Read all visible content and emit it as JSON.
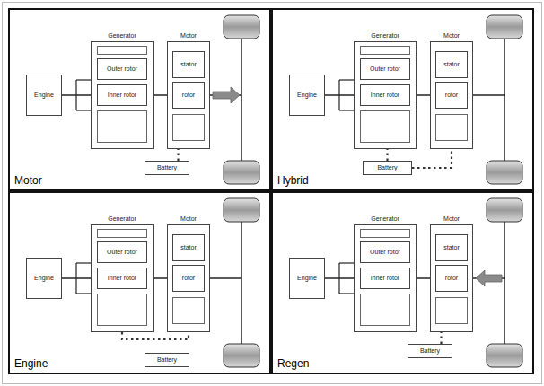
{
  "diagram": {
    "nodes": [
      {
        "text": [
          "Motor"
        ]
      },
      {
        "text": [
          "Engine"
        ],
        "in": 0
      },
      {
        "text": [
          "Generator"
        ],
        "in": 0
      },
      {
        "text": [
          "Outer rotor"
        ],
        "in": 2
      },
      {
        "text": [
          "Inner rotor"
        ],
        "in": 2
      },
      {
        "text": [
          "Motor"
        ],
        "in": 0
      },
      {
        "text": [
          "stator"
        ],
        "in": 5
      },
      {
        "text": [
          "rotor"
        ],
        "in": 5
      },
      {
        "text": [
          "Battery"
        ],
        "in": 0
      },
      {
        "text": [
          "Hybrid"
        ]
      },
      {
        "text": [
          "Engine"
        ],
        "in": 9
      },
      {
        "text": [
          "Generator"
        ],
        "in": 9
      },
      {
        "text": [
          "Outer rotor"
        ],
        "in": 11
      },
      {
        "text": [
          "Inner rotor"
        ],
        "in": 11
      },
      {
        "text": [
          "Motor"
        ],
        "in": 9
      },
      {
        "text": [
          "stator"
        ],
        "in": 14
      },
      {
        "text": [
          "rotor"
        ],
        "in": 14
      },
      {
        "text": [
          "Battery"
        ],
        "in": 9
      },
      {
        "text": [
          "Engine"
        ]
      },
      {
        "text": [
          "Engine"
        ],
        "in": 18
      },
      {
        "text": [
          "Generator"
        ],
        "in": 18
      },
      {
        "text": [
          "Outer rotor"
        ],
        "in": 20
      },
      {
        "text": [
          "Inner rotor"
        ],
        "in": 20
      },
      {
        "text": [
          "Motor"
        ],
        "in": 18
      },
      {
        "text": [
          "stator"
        ],
        "in": 23
      },
      {
        "text": [
          "rotor"
        ],
        "in": 23
      },
      {
        "text": [
          "Battery"
        ],
        "in": 18
      },
      {
        "text": [
          "Regen"
        ]
      },
      {
        "text": [
          "Engine"
        ],
        "in": 27
      },
      {
        "text": [
          "Generator"
        ],
        "in": 27
      },
      {
        "text": [
          "Outer rotor"
        ],
        "in": 29
      },
      {
        "text": [
          "Inner rotor"
        ],
        "in": 29
      },
      {
        "text": [
          "Motor"
        ],
        "in": 27
      },
      {
        "text": [
          "stator"
        ],
        "in": 32
      },
      {
        "text": [
          "rotor"
        ],
        "in": 32
      },
      {
        "text": [
          "Battery"
        ],
        "in": 27
      }
    ],
    "edges": [
      {
        "from": 1,
        "to": 2,
        "arrow": "none"
      },
      {
        "from": 2,
        "to": 5,
        "arrow": "none"
      },
      {
        "from": 8,
        "to": 5,
        "arrow": "none"
      },
      {
        "from": 10,
        "to": 11,
        "arrow": "none"
      },
      {
        "from": 11,
        "to": 14,
        "arrow": "none"
      },
      {
        "from": 17,
        "to": 11,
        "arrow": "none"
      },
      {
        "from": 17,
        "to": 14,
        "arrow": "none"
      },
      {
        "from": 19,
        "to": 20,
        "arrow": "none"
      },
      {
        "from": 20,
        "to": 23,
        "arrow": "none"
      },
      {
        "from": 20,
        "to": 23,
        "arrow": "none"
      },
      {
        "from": 28,
        "to": 29,
        "arrow": "none"
      },
      {
        "from": 29,
        "to": 32,
        "arrow": "none"
      },
      {
        "from": 35,
        "to": 32,
        "arrow": "none"
      }
    ]
  }
}
